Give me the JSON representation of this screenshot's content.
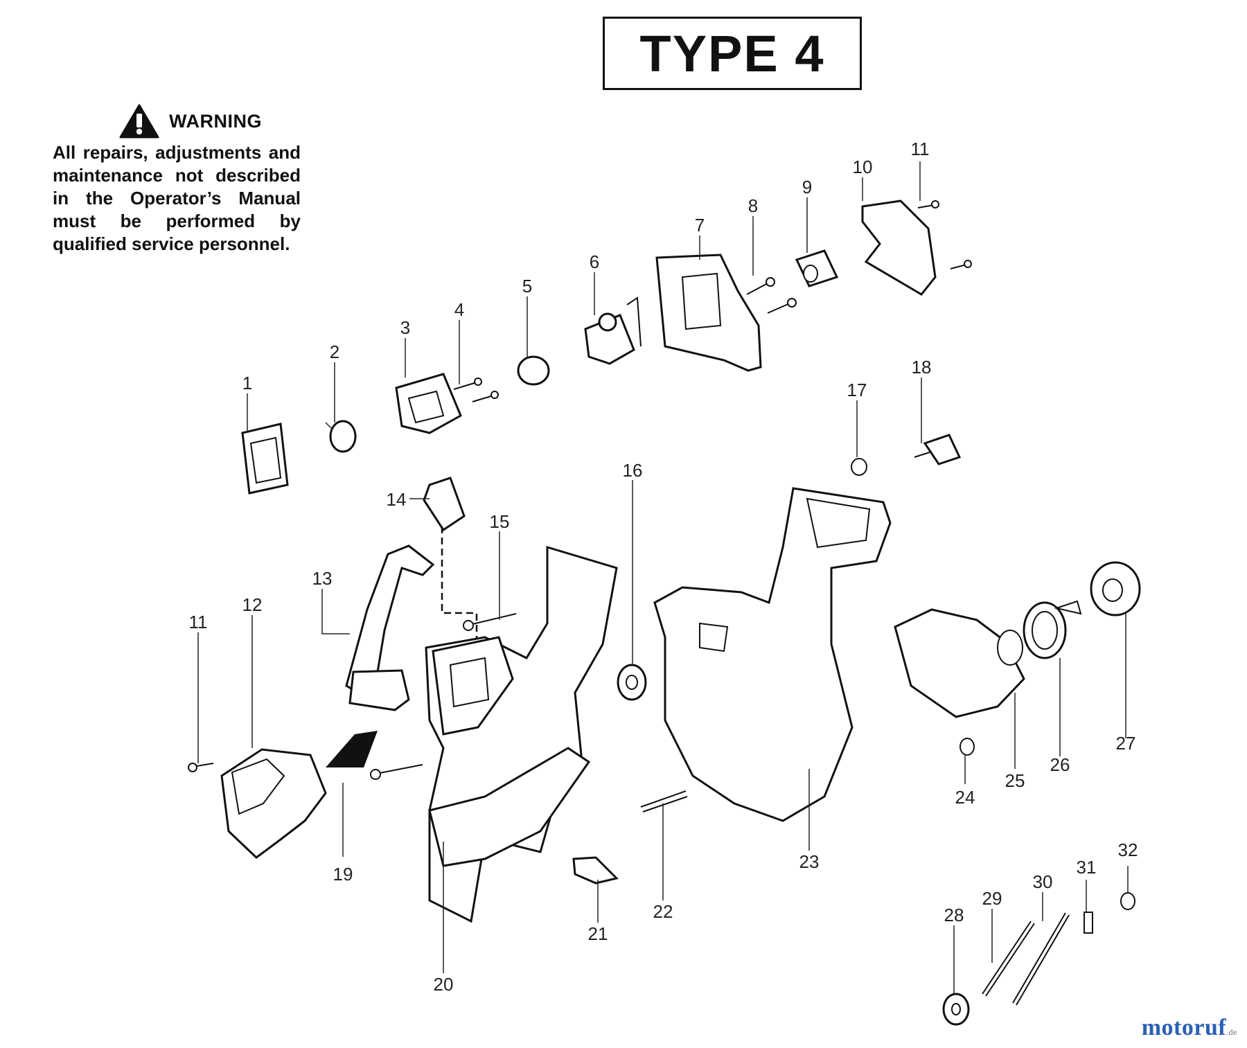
{
  "title": "TYPE 4",
  "warning": {
    "heading": "WARNING",
    "text": "All repairs, adjustments and maintenance not described in the Operator’s Manual must be performed by qualified service personnel."
  },
  "callouts": [
    "1",
    "2",
    "3",
    "4",
    "5",
    "6",
    "7",
    "8",
    "9",
    "10",
    "11",
    "11",
    "12",
    "13",
    "14",
    "15",
    "16",
    "17",
    "18",
    "19",
    "20",
    "21",
    "22",
    "23",
    "24",
    "25",
    "26",
    "27",
    "28",
    "29",
    "30",
    "31",
    "32"
  ],
  "watermark": {
    "text": "motoruf",
    "suffix": ".de"
  },
  "colors": {
    "line": "#111111",
    "background": "#ffffff",
    "brand_blue": "#2b5fb4",
    "brand_orange": "#e07b17"
  }
}
